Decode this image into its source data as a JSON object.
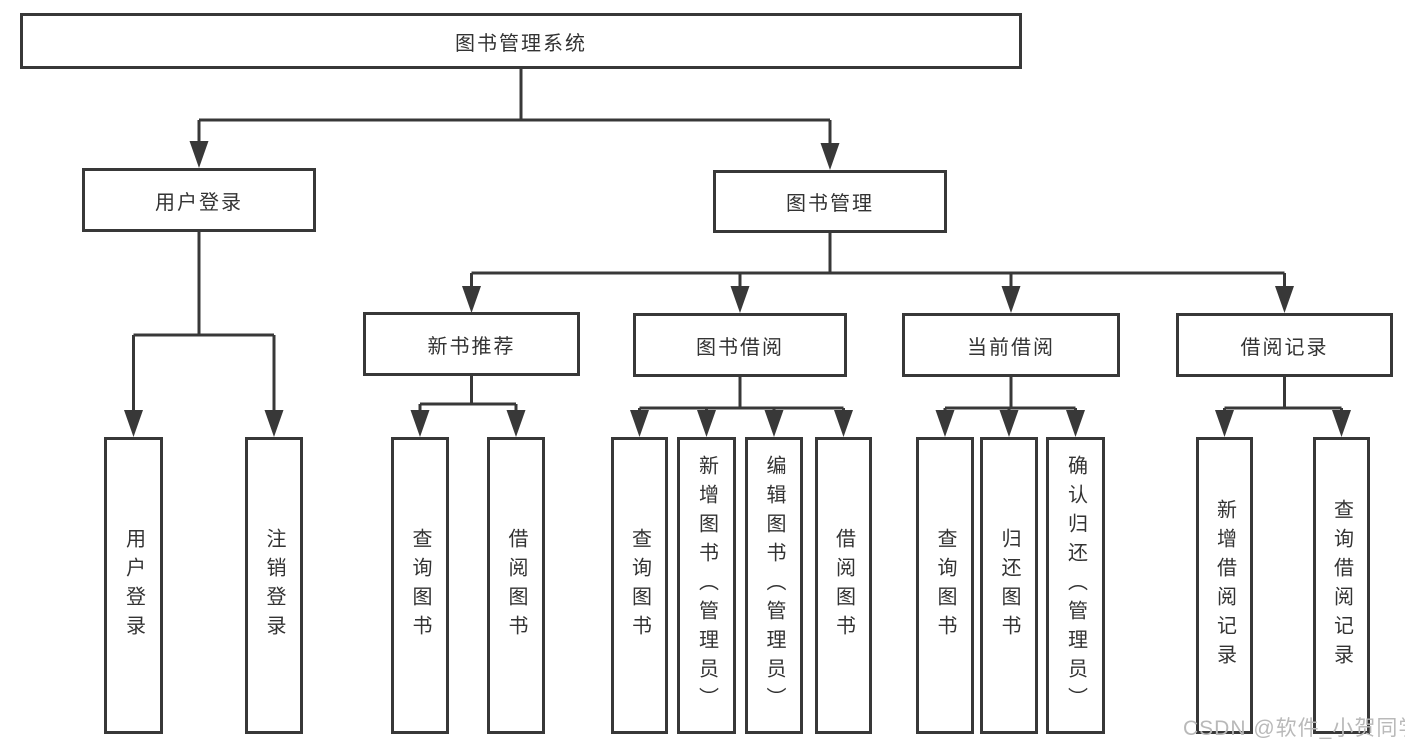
{
  "tree": {
    "root": {
      "label": "图书管理系统"
    },
    "user_login": {
      "label": "用户登录",
      "leaves": [
        {
          "label": "用户登录"
        },
        {
          "label": "注销登录"
        }
      ]
    },
    "book_management": {
      "label": "图书管理",
      "children": [
        {
          "label": "新书推荐",
          "leaves": [
            {
              "label": "查询图书"
            },
            {
              "label": "借阅图书"
            }
          ]
        },
        {
          "label": "图书借阅",
          "leaves": [
            {
              "label": "查询图书"
            },
            {
              "label": "新增图书（管理员）"
            },
            {
              "label": "编辑图书（管理员）"
            },
            {
              "label": "借阅图书"
            }
          ]
        },
        {
          "label": "当前借阅",
          "leaves": [
            {
              "label": "查询图书"
            },
            {
              "label": "归还图书"
            },
            {
              "label": "确认归还（管理员）"
            }
          ]
        },
        {
          "label": "借阅记录",
          "leaves": [
            {
              "label": "新增借阅记录"
            },
            {
              "label": "查询借阅记录"
            }
          ]
        }
      ]
    }
  },
  "watermark": "CSDN @软件_小贺同学",
  "colors": {
    "line": "#383838",
    "text": "#333333",
    "watermark": "#b9b9b9",
    "background": "#ffffff"
  }
}
